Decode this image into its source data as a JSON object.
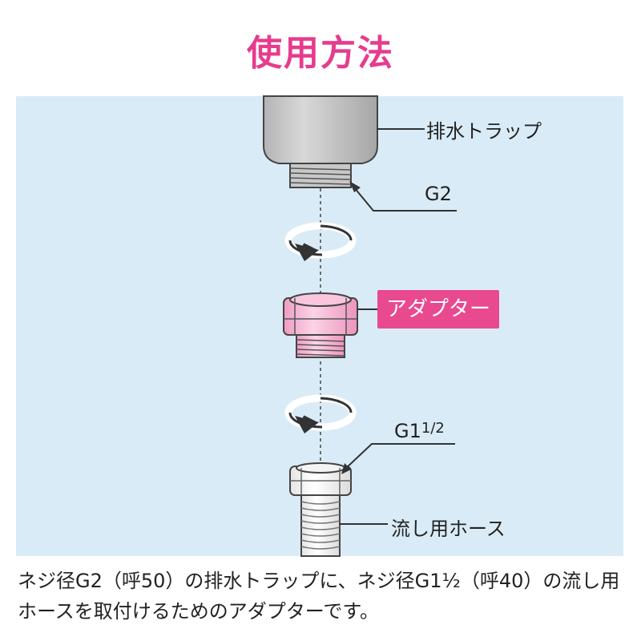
{
  "title": "使用方法",
  "labels": {
    "drain_trap": "排水トラップ",
    "thread_g2": "G2",
    "adapter": "アダプター",
    "thread_g1_prefix": "G1",
    "thread_g1_fraction": "1/2",
    "sink_hose": "流し用ホース"
  },
  "description": {
    "line1": "ネジ径G2（呼50）の排水トラップに、ネジ径G1½（呼40）の流し用",
    "line2": "ホースを取付けるためのアダプターです。"
  },
  "colors": {
    "accent_pink": "#e63c8e",
    "panel_bg": "#d9ebf6",
    "adapter_pink": "#f6b9d6"
  },
  "icons": [
    "rotate-arrow-icon",
    "pointer-arrow-icon"
  ]
}
